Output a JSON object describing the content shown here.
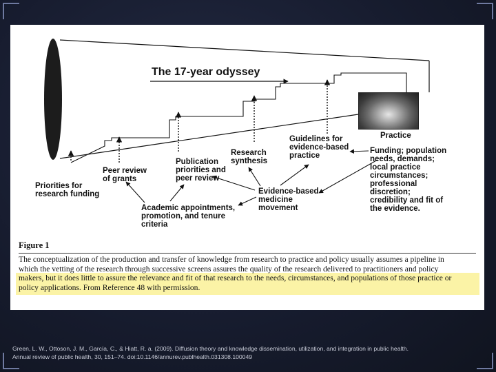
{
  "figure": {
    "title": "The 17-year odyssey",
    "labels": {
      "priorities": "Priorities for\nresearch funding",
      "peer_review": "Peer review\nof grants",
      "publication": "Publication\npriorities and\npeer review",
      "synthesis": "Research\nsynthesis",
      "guidelines": "Guidelines for\nevidence-based\npractice",
      "practice": "Practice",
      "funding": "Funding; population\nneeds, demands;\nlocal practice\ncircumstances;\nprofessional\ndiscretion;\ncredibility and fit of\nthe evidence.",
      "academic": "Academic appointments,\npromotion, and tenure\ncriteria",
      "ebm": "Evidence-based\nmedicine\nmovement"
    },
    "caption": {
      "heading": "Figure 1",
      "lines": [
        "The conceptualization of the production and transfer of knowledge from research to practice and policy usually assumes a pipeline in",
        "which the vetting of the research through successive screens assures the quality of the research delivered to practitioners and policy",
        "makers, but it does little to assure the relevance and fit of that research to the needs, circumstances, and populations of those practice or",
        "policy applications. From Reference 48 with permission."
      ]
    }
  },
  "citation": {
    "line1": "Green, L. W., Ottoson, J. M., García, C., & Hiatt, R. a. (2009). Diffusion theory and knowledge dissemination, utilization, and integration in public health.",
    "line2": "Annual review of public health, 30, 151–74. doi:10.1146/annurev.publhealth.031308.100049"
  },
  "colors": {
    "slide_background": "#161b2d",
    "highlight": "#fbf3a6"
  }
}
